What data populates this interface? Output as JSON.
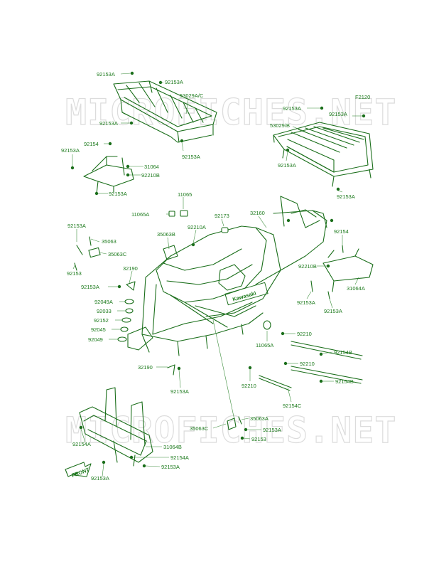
{
  "figure_code": "F2120",
  "watermarks": [
    "MICROFICHES.NET",
    "MICROFICHES.NET"
  ],
  "brand_badge": "Kawasaki",
  "front_arrow": "FRONT",
  "colors": {
    "line": "#1a6e1a",
    "text": "#1c7a1c",
    "watermark": "#dcdcdc",
    "background": "#ffffff"
  },
  "labels": [
    "92153A",
    "92153A",
    "53029A/C",
    "92153A",
    "92153A",
    "92153A",
    "92153A",
    "53029/B",
    "92153A",
    "92153A",
    "92154",
    "92153A",
    "31064",
    "92210B",
    "92153A",
    "11065",
    "11065A",
    "92173",
    "32160",
    "92210A",
    "92153A",
    "35063",
    "35063C",
    "35063B",
    "92153",
    "92154",
    "92210B",
    "32190",
    "92153A",
    "31064A",
    "92153A",
    "92153A",
    "92049A",
    "92033",
    "92152",
    "92045",
    "92049",
    "11065A",
    "92210",
    "92154B",
    "32190",
    "92153A",
    "92210",
    "92210",
    "92154B",
    "92154C",
    "35063A",
    "35063C",
    "92153A",
    "92153",
    "92154A",
    "31064B",
    "92154A",
    "92153A",
    "92153A"
  ]
}
